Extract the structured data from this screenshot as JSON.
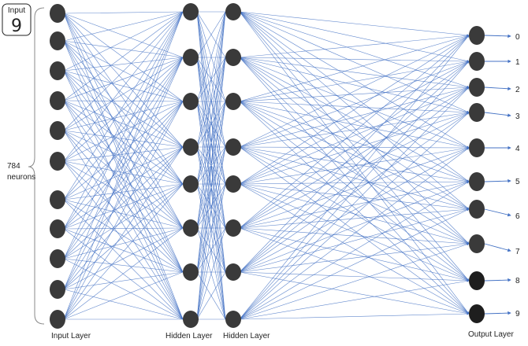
{
  "input_box": {
    "label": "Input",
    "digit": "9"
  },
  "input_count": {
    "number": "784",
    "unit": "neurons"
  },
  "layers": {
    "input": "Input Layer",
    "hidden1": "Hidden Layer",
    "hidden2": "Hidden Layer",
    "output": "Output Layer"
  },
  "output_labels": [
    "0",
    "1",
    "2",
    "3",
    "4",
    "5",
    "6",
    "7",
    "8",
    "9"
  ],
  "colors": {
    "connection": "#4472c4",
    "neuron": "#3a3a3a",
    "neuron_dark": "#1e1e1e",
    "text": "#222222"
  }
}
